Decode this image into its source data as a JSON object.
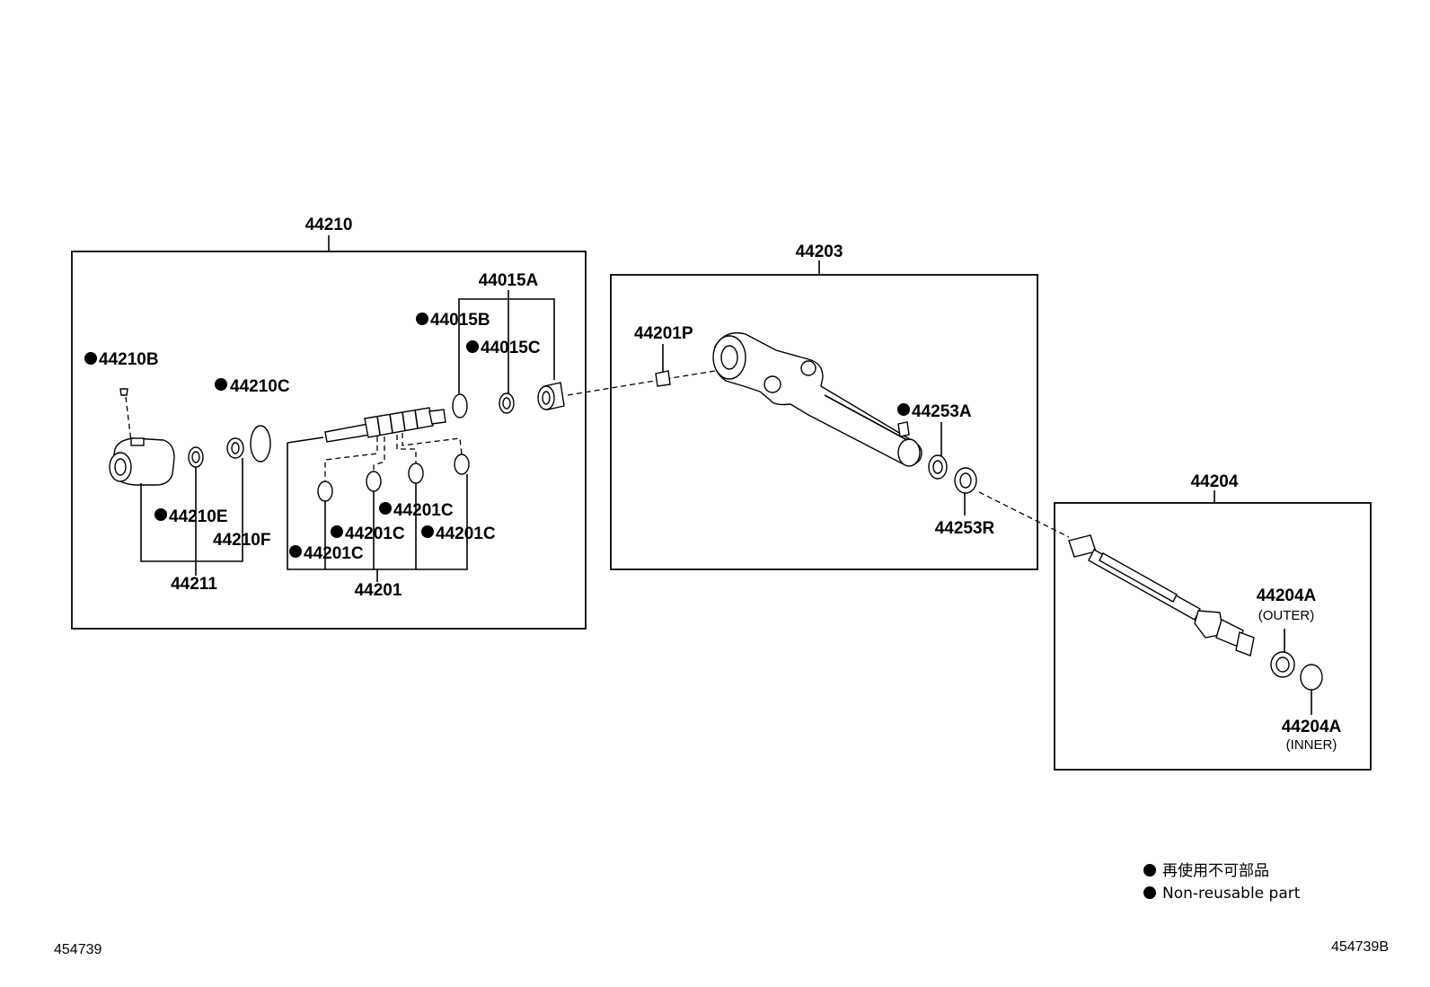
{
  "groups": {
    "g44210": "44210",
    "g44203": "44203",
    "g44204": "44204"
  },
  "parts": {
    "p44210B": "44210B",
    "p44210C": "44210C",
    "p44210E": "44210E",
    "p44210F": "44210F",
    "p44211": "44211",
    "p44015A": "44015A",
    "p44015B": "44015B",
    "p44015C": "44015C",
    "p44201C_1": "44201C",
    "p44201C_2": "44201C",
    "p44201C_3": "44201C",
    "p44201C_4": "44201C",
    "p44201": "44201",
    "p44201P": "44201P",
    "p44253A": "44253A",
    "p44253R": "44253R",
    "p44204A_outer": "44204A",
    "p44204A_outer_note": "(OUTER)",
    "p44204A_inner": "44204A",
    "p44204A_inner_note": "(INNER)"
  },
  "legend": {
    "line1": "再使用不可部品",
    "line2": "Non-reusable part"
  },
  "footer": {
    "left_code": "454739",
    "right_code": "454739B"
  }
}
